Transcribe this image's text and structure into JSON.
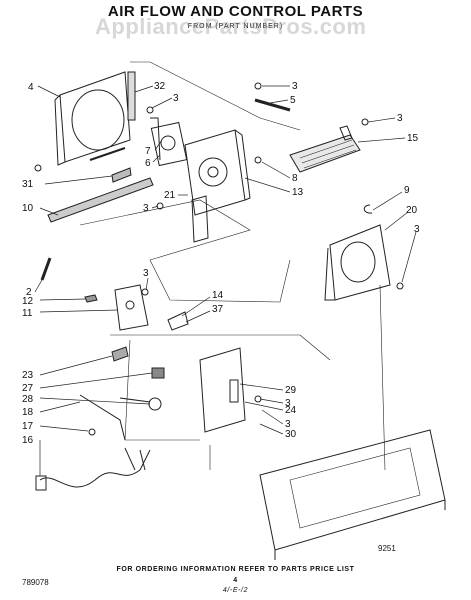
{
  "header": {
    "title": "AIR FLOW AND CONTROL PARTS",
    "subtitle": "FROM (PART NUMBER)",
    "watermark": "AppliancePartsPros.com"
  },
  "callouts": [
    "4",
    "32",
    "3",
    "3",
    "5",
    "3",
    "15",
    "7",
    "6",
    "31",
    "10",
    "8",
    "13",
    "21",
    "3",
    "9",
    "20",
    "3",
    "2",
    "3",
    "12",
    "11",
    "14",
    "37",
    "23",
    "27",
    "29",
    "3",
    "28",
    "24",
    "18",
    "3",
    "17",
    "30",
    "16"
  ],
  "footer": {
    "corner_left": "789078",
    "corner_right": "9251",
    "instruction": "FOR ORDERING INFORMATION REFER TO PARTS PRICE LIST",
    "page_number": "4",
    "date_code": "4/-E-/2"
  }
}
